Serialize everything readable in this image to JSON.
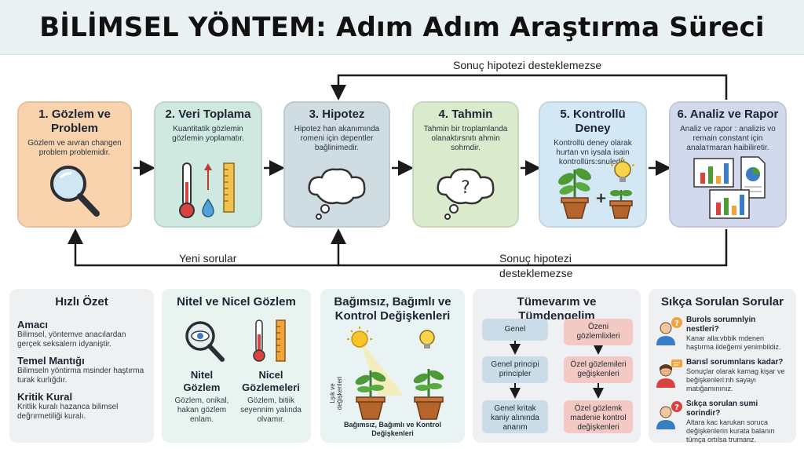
{
  "title": "BİLİMSEL YÖNTEM: Adım Adım Araştırma Süreci",
  "steps": [
    {
      "title": "1. Gözlem ve Problem",
      "desc": "Gözlem ve aıvran changen problem problemidir.",
      "color": "#f9d2ae",
      "icon": "magnifier-icon"
    },
    {
      "title": "2. Veri Toplama",
      "desc": "Kuantitatik gözlemin gözlemin yoplamatır.",
      "color": "#cfe8e0",
      "icon": "thermometer-icon"
    },
    {
      "title": "3. Hipotez",
      "desc": "Hipotez han akanımında romeni için depentler bağlinimedir.",
      "color": "#cfdde3",
      "icon": "thought-cloud-icon"
    },
    {
      "title": "4. Tahmin",
      "desc": "Tahmin bir troplamlanda olanaktırsnıtı ahmin sohmdir.",
      "color": "#d9ebcc",
      "icon": "question-cloud-icon"
    },
    {
      "title": "5. Kontrollü Deney",
      "desc": "Kontrollü deney olarak hurtan vn iysala isain kontrollürs:snuledir.",
      "color": "#d3e8f4",
      "icon": "plant-icon"
    },
    {
      "title": "6. Analiz ve Rapor",
      "desc": "Analiz ve rapor : analizis vo remain constant için analaтmaran haibiliretir.",
      "color": "#d2d9ec",
      "icon": "report-chart-icon"
    }
  ],
  "loops": {
    "top": "Sonuç hipotezi desteklemezse",
    "bottom_left": "Yeni sorular",
    "bottom_right_1": "Sonuç hipotezi",
    "bottom_right_2": "desteklemezse"
  },
  "summary": {
    "title": "Hızlı Özet",
    "items": [
      {
        "heading": "Amacı",
        "text": "Bilimsel, yöntemve anacılardan gerçek seksalern idyaniştir."
      },
      {
        "heading": "Temel Mantığı",
        "text": "Bilimseln yöntirma msinder haştırma turak kurlığdır."
      },
      {
        "heading": "Kritik Kural",
        "text": "Kritlik kuralı hazanca bilimsel değrırmetiliği kuralı."
      }
    ]
  },
  "nitel": {
    "title": "Nitel ve Nicel Gözlem",
    "left_title_1": "Nitel",
    "left_title_2": "Gözlem",
    "left_text": "Gözlem, onikal, hakan gözlem enlam.",
    "right_title_1": "Nicel",
    "right_title_2": "Gözlemeleri",
    "right_text": "Gözlem, bitiik seyennim yalında olvamır."
  },
  "variables": {
    "title_1": "Bağımsız, Bağımlı ve",
    "title_2": "Kontrol Değişkenleri",
    "axis_label_1": "Lşık ve",
    "axis_label_2": "değişkenleri",
    "caption_1": "Bağımsız, Bağımlı ve Kontrol",
    "caption_2": "Değişkenleri"
  },
  "induction": {
    "title": "Tümevarım ve Tümdengelim",
    "left": [
      "Genel",
      "Genel principi principler",
      "Genel kritak kaniy alınında anarım"
    ],
    "right": [
      "Özeni gözlemlixleri",
      "Özel gözlemileri geğişkenleri",
      "Özel gözlemk madenie kontrol değişkenleri"
    ]
  },
  "faq": {
    "title": "Sıkça Sorulan Sorular",
    "items": [
      {
        "q": "Burols sorumnlyin nestleri?",
        "a": "Kanar alla:vbbik mdenen haştırma ildeğemi yenimbildiz."
      },
      {
        "q": "Barısl sorumnlarıs kadar?",
        "a": "Sonuçlar olarak kamag kişar ve beğişkenleri:nh sayayı matığamınınız."
      },
      {
        "q": "Sıkça sorulan sumi sorindir?",
        "a": "Altara kac karukan soruca değişkenlerin kurata balanın tümça ortılsa trumanz."
      }
    ]
  }
}
